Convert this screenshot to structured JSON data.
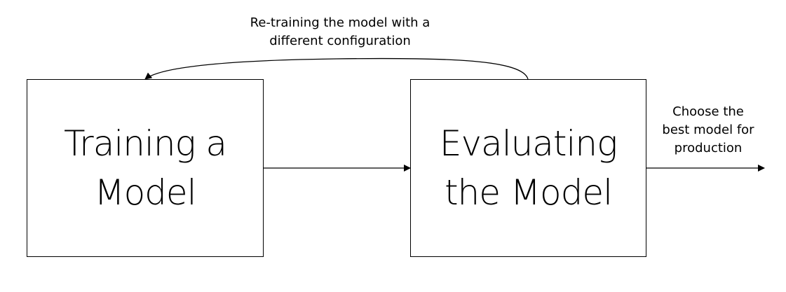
{
  "boxes": {
    "training": {
      "label": "Training a\nModel"
    },
    "evaluating": {
      "label": "Evaluating\nthe Model"
    }
  },
  "captions": {
    "retrain": "Re-training the model with a\ndifferent configuration",
    "choose": "Choose the\nbest model for\nproduction"
  }
}
